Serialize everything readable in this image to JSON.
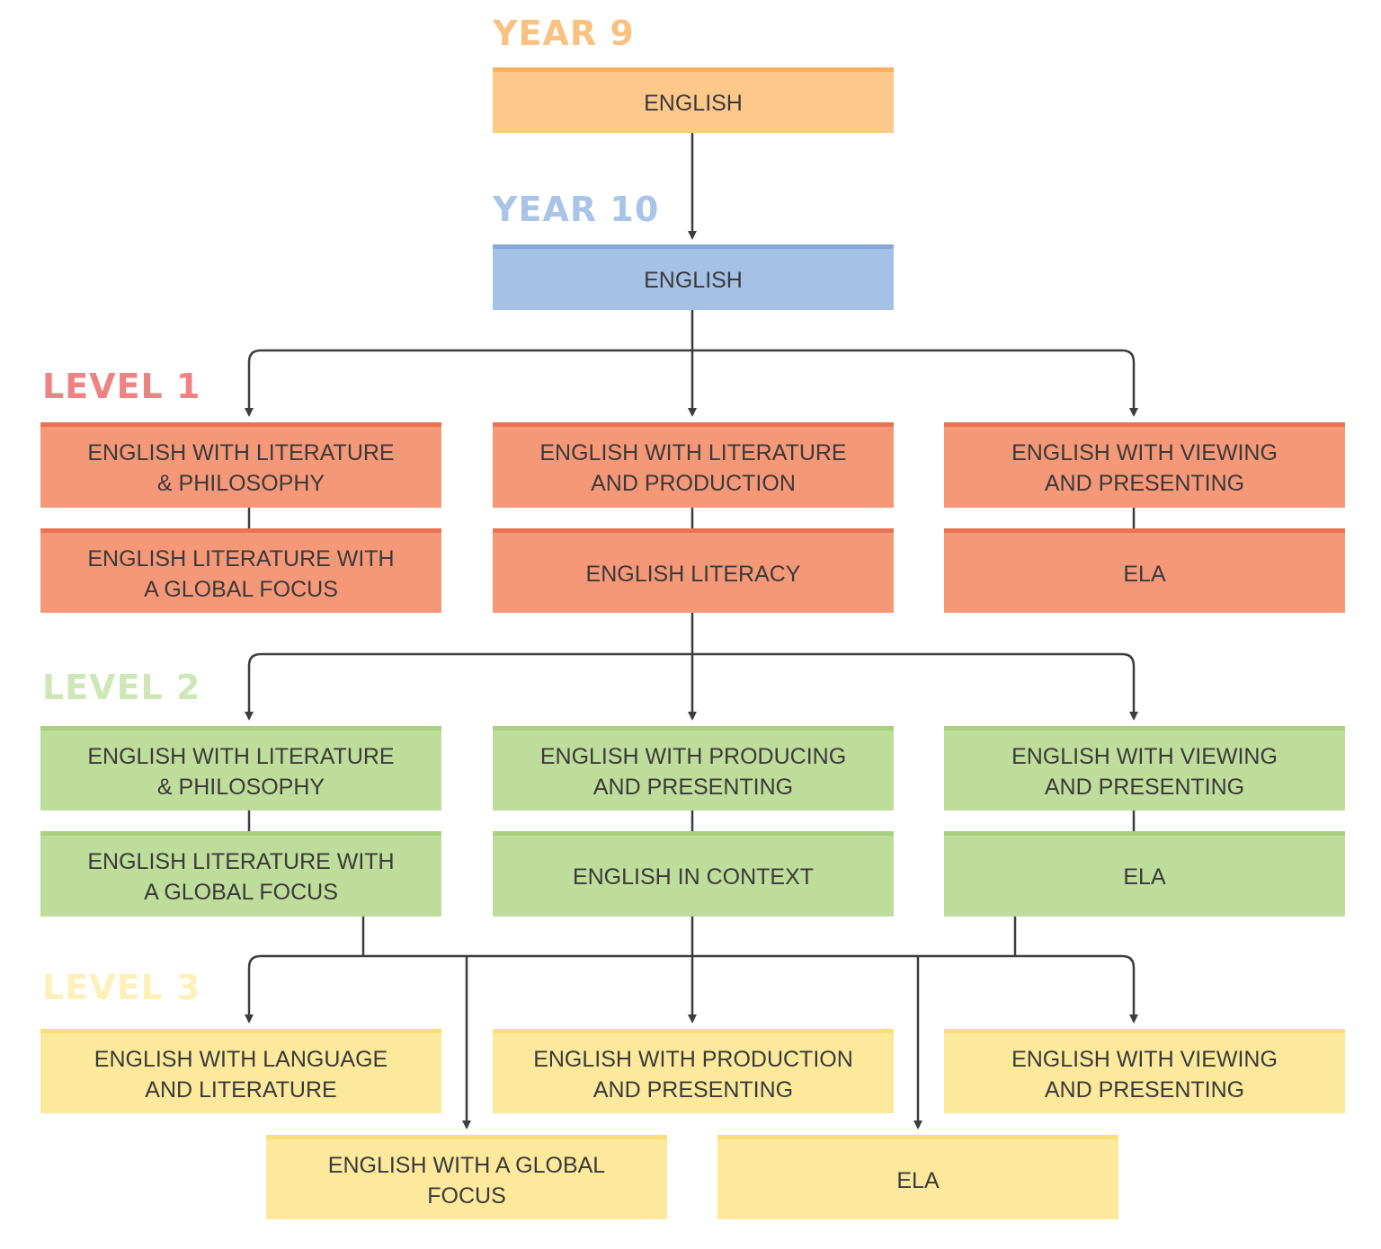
{
  "colors": {
    "year9_label": "#f8c282",
    "year10_label": "#a9c4e6",
    "level1_label": "#ef8383",
    "level2_label": "#cfe7b6",
    "level3_label": "#fdf0bb",
    "connector": "#3d3d3d"
  },
  "stages": {
    "year9": {
      "label": "YEAR 9",
      "courses": [
        "ENGLISH"
      ]
    },
    "year10": {
      "label": "YEAR 10",
      "courses": [
        "ENGLISH"
      ]
    },
    "level1": {
      "label": "LEVEL 1",
      "courses": [
        "ENGLISH WITH LITERATURE\n& PHILOSOPHY",
        "ENGLISH WITH LITERATURE\nAND PRODUCTION",
        "ENGLISH WITH VIEWING\nAND PRESENTING",
        "ENGLISH LITERATURE WITH\nA GLOBAL FOCUS",
        "ENGLISH LITERACY",
        "ELA"
      ]
    },
    "level2": {
      "label": "LEVEL 2",
      "courses": [
        "ENGLISH WITH LITERATURE\n& PHILOSOPHY",
        "ENGLISH WITH PRODUCING\nAND PRESENTING",
        "ENGLISH WITH VIEWING\nAND PRESENTING",
        "ENGLISH LITERATURE WITH\nA GLOBAL FOCUS",
        "ENGLISH IN CONTEXT",
        "ELA"
      ]
    },
    "level3": {
      "label": "LEVEL 3",
      "courses": [
        "ENGLISH WITH LANGUAGE\nAND LITERATURE",
        "ENGLISH WITH PRODUCTION\nAND PRESENTING",
        "ENGLISH WITH VIEWING\nAND PRESENTING",
        "ENGLISH WITH A GLOBAL\nFOCUS",
        "ELA"
      ]
    }
  }
}
